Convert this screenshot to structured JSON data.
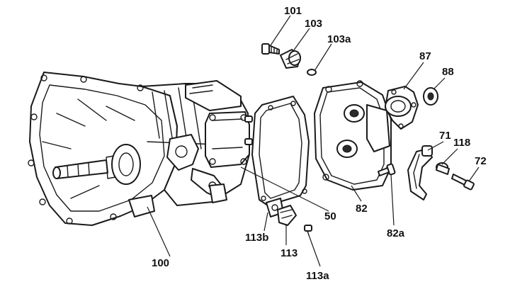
{
  "diagram": {
    "callouts": [
      {
        "id": "101",
        "text": "101"
      },
      {
        "id": "103",
        "text": "103"
      },
      {
        "id": "103a",
        "text": "103a"
      },
      {
        "id": "87",
        "text": "87"
      },
      {
        "id": "88",
        "text": "88"
      },
      {
        "id": "71",
        "text": "71"
      },
      {
        "id": "118",
        "text": "118"
      },
      {
        "id": "72",
        "text": "72"
      },
      {
        "id": "82",
        "text": "82"
      },
      {
        "id": "82a",
        "text": "82a"
      },
      {
        "id": "50",
        "text": "50"
      },
      {
        "id": "113b",
        "text": "113b"
      },
      {
        "id": "113",
        "text": "113"
      },
      {
        "id": "113a",
        "text": "113a"
      },
      {
        "id": "100",
        "text": "100"
      }
    ]
  }
}
